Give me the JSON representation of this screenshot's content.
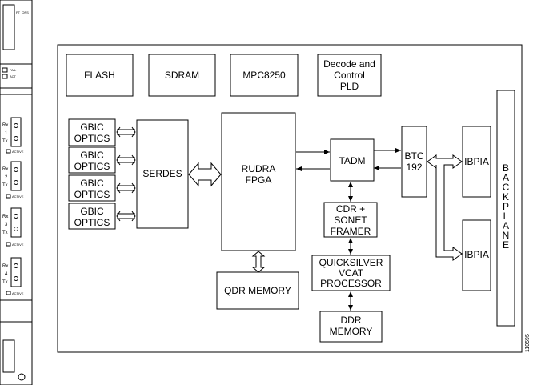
{
  "faceplate": {
    "top_label": "PT_OPS",
    "led_labels": [
      "FAIL",
      "ACT"
    ],
    "port_rx": "Rx",
    "port_tx": "Tx",
    "port_numbers": [
      "1",
      "2",
      "3",
      "4"
    ],
    "active_label": "ACTIVE"
  },
  "blocks": {
    "flash": "FLASH",
    "sdram": "SDRAM",
    "mpc8250": "MPC8250",
    "decode_line1": "Decode and",
    "decode_line2": "Control",
    "decode_line3": "PLD",
    "gbic_line1": "GBIC",
    "gbic_line2": "OPTICS",
    "serdes": "SERDES",
    "rudra_line1": "RUDRA",
    "rudra_line2": "FPGA",
    "qdr": "QDR MEMORY",
    "tadm": "TADM",
    "btc_line1": "BTC",
    "btc_line2": "192",
    "ibpia": "IBPIA",
    "cdr_line1": "CDR +",
    "cdr_line2": "SONET",
    "cdr_line3": "FRAMER",
    "qs_line1": "QUICKSILVER",
    "qs_line2": "VCAT",
    "qs_line3": "PROCESSOR",
    "ddr_line1": "DDR",
    "ddr_line2": "MEMORY",
    "backplane_letters": [
      "B",
      "A",
      "C",
      "K",
      "P",
      "L",
      "A",
      "N",
      "E"
    ]
  },
  "figure_id": "110595"
}
